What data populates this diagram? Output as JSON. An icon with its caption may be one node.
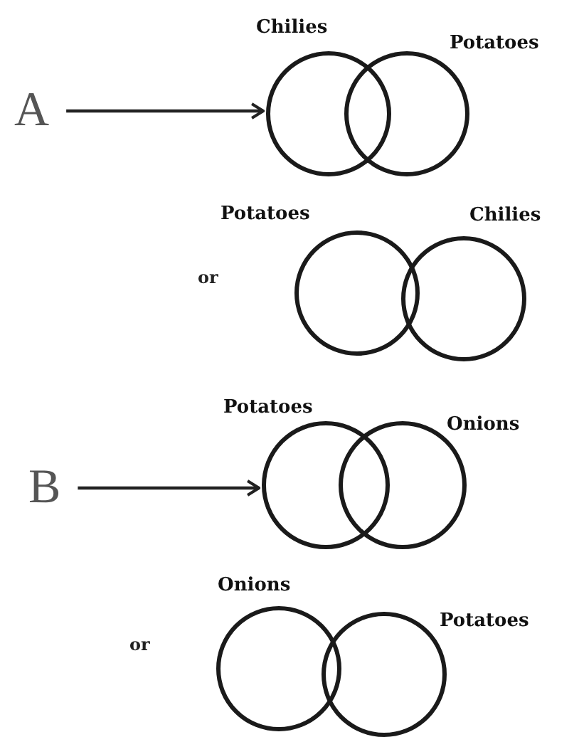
{
  "diagram": {
    "nodes": [
      {
        "text": [
          "A"
        ]
      },
      {
        "text": [
          "Chilies"
        ]
      },
      {
        "text": [
          "Potatoes"
        ]
      },
      {
        "text": [
          "Potatoes"
        ]
      },
      {
        "text": [
          "Chilies"
        ]
      },
      {
        "text": [
          "B"
        ]
      },
      {
        "text": [
          "Potatoes"
        ]
      },
      {
        "text": [
          "Onions"
        ]
      },
      {
        "text": [
          "Onions"
        ]
      },
      {
        "text": [
          "Potatoes"
        ]
      }
    ],
    "edges": [
      {
        "from": 0,
        "to": 1,
        "arrow": "to"
      },
      {
        "from": 5,
        "to": 6,
        "arrow": "to"
      }
    ],
    "labels": [
      "or",
      "or"
    ]
  }
}
